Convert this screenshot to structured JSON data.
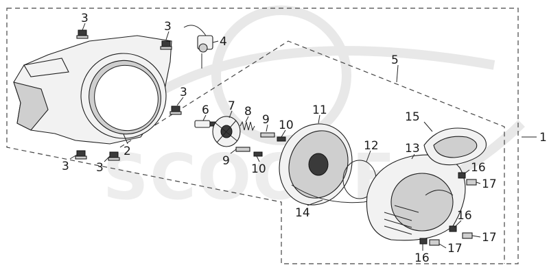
{
  "diagram": {
    "watermark_text": "SCOOTE",
    "callouts": {
      "c1": "1",
      "c2": "2",
      "c3a": "3",
      "c3b": "3",
      "c3c": "3",
      "c3d": "3",
      "c3e": "3",
      "c4": "4",
      "c5": "5",
      "c6": "6",
      "c7": "7",
      "c8": "8",
      "c9a": "9",
      "c9b": "9",
      "c10a": "10",
      "c10b": "10",
      "c11": "11",
      "c12": "12",
      "c13": "13",
      "c14": "14",
      "c15": "15",
      "c16a": "16",
      "c16b": "16",
      "c16c": "16",
      "c17a": "17",
      "c17b": "17",
      "c17c": "17"
    }
  }
}
